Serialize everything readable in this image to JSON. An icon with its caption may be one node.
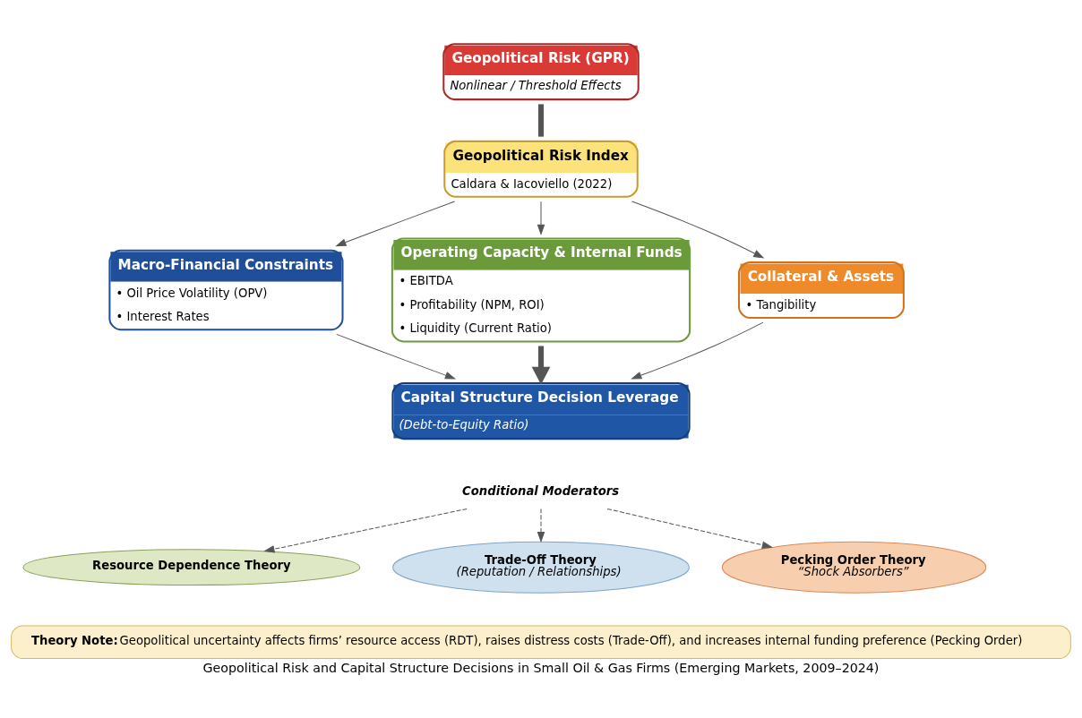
{
  "diagram": {
    "caption": "Geopolitical Risk and Capital Structure Decisions in Small Oil & Gas Firms (Emerging Markets, 2009–2024)",
    "nodes": [
      {
        "text": [
          "Geopolitical Risk (GPR)",
          "Nonlinear / Threshold Effects"
        ]
      },
      {
        "text": [
          "Geopolitical Risk Index",
          "Caldara & Iacoviello (2022)"
        ]
      },
      {
        "text": [
          "Macro-Financial Constraints",
          "• Oil Price Volatility (OPV)",
          "• Interest Rates"
        ]
      },
      {
        "text": [
          "Operating Capacity & Internal Funds",
          "• EBITDA",
          "• Profitability (NPM, ROI)",
          "• Liquidity (Current Ratio)"
        ]
      },
      {
        "text": [
          "Collateral & Assets",
          "• Tangibility"
        ]
      },
      {
        "text": [
          "Capital Structure Decision Leverage",
          "(Debt-to-Equity Ratio)"
        ]
      },
      {
        "text": [
          "Conditional Moderators"
        ]
      },
      {
        "text": [
          "Resource Dependence Theory"
        ]
      },
      {
        "text": [
          "Trade-Off Theory",
          "(Reputation / Relationships)"
        ]
      },
      {
        "text": [
          "Pecking Order Theory",
          "“Shock Absorbers”"
        ]
      },
      {
        "text": [
          "Theory Note:",
          "Geopolitical uncertainty affects firms’ resource access (RDT), raises distress costs (Trade-Off), and increases internal funding preference (Pecking Order)"
        ]
      }
    ],
    "edges": [
      {
        "from": 0,
        "to": 1,
        "arrow": "none",
        "style": "thick"
      },
      {
        "from": 1,
        "to": 2,
        "arrow": "to"
      },
      {
        "from": 1,
        "to": 3,
        "arrow": "to"
      },
      {
        "from": 1,
        "to": 4,
        "arrow": "to"
      },
      {
        "from": 2,
        "to": 5,
        "arrow": "to"
      },
      {
        "from": 3,
        "to": 5,
        "arrow": "to",
        "style": "thick"
      },
      {
        "from": 4,
        "to": 5,
        "arrow": "to"
      },
      {
        "from": 6,
        "to": 7,
        "arrow": "to",
        "style": "dashed"
      },
      {
        "from": 6,
        "to": 8,
        "arrow": "to",
        "style": "dashed"
      },
      {
        "from": 6,
        "to": 9,
        "arrow": "to",
        "style": "dashed"
      }
    ]
  }
}
